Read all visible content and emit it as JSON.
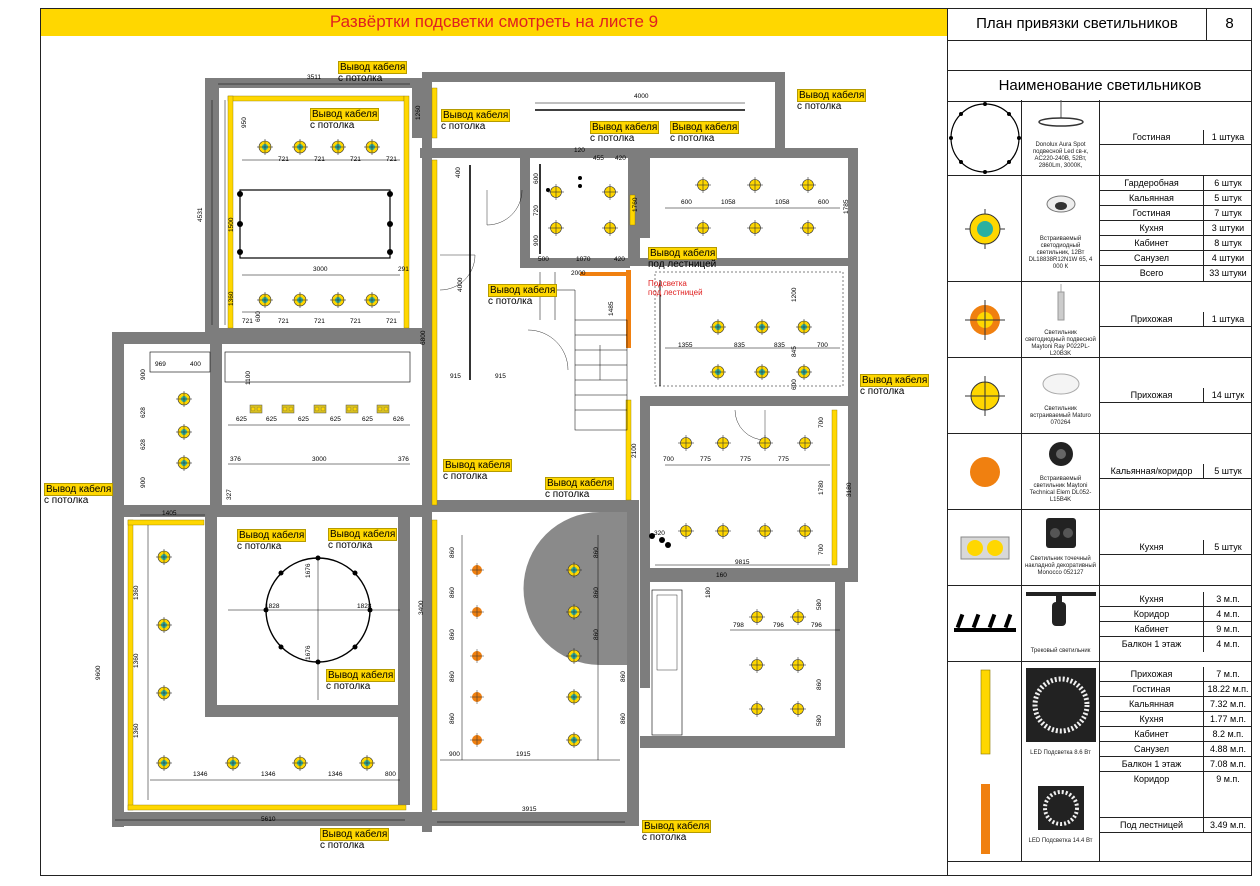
{
  "banner": "Развёртки подсветки смотреть на листе 9",
  "sheet": {
    "title": "План привязки светильников",
    "number": "8"
  },
  "legend_title": "Наименование светильников",
  "cable_label": {
    "title": "Вывод кабеля",
    "sub": "с потолка"
  },
  "stair_cable": {
    "title": "Вывод кабеля",
    "sub": "под лестницей"
  },
  "stair_note": {
    "line1": "Подсветка",
    "line2": "под лестницей"
  },
  "groups": [
    {
      "caption": "Donolux Aura Spot подвесной Led св-к, AC220-240В, 52Вт, 2860Lm, 3000К,",
      "rows": [
        {
          "name": "Гостиная",
          "qty": "1 штука"
        }
      ]
    },
    {
      "caption": "Встраиваемый светодиодный светильник, 12Вт DL18838R12N1W 65, 4 000 К",
      "rows": [
        {
          "name": "Гардеробная",
          "qty": "6 штук"
        },
        {
          "name": "Кальянная",
          "qty": "5 штук"
        },
        {
          "name": "Гостиная",
          "qty": "7 штук"
        },
        {
          "name": "Кухня",
          "qty": "3 штуки"
        },
        {
          "name": "Кабинет",
          "qty": "8 штук"
        },
        {
          "name": "Санузел",
          "qty": "4 штуки"
        },
        {
          "name": "Всего",
          "qty": "33 штуки"
        }
      ]
    },
    {
      "caption": "Светильник светодиодный подвесной Maytoni Ray P022PL-L20B3K",
      "rows": [
        {
          "name": "Прихожая",
          "qty": "1 штука"
        }
      ]
    },
    {
      "caption": "Светильник встраиваемый Maturo 070264",
      "rows": [
        {
          "name": "Прихожая",
          "qty": "14 штук"
        }
      ]
    },
    {
      "caption": "Встраиваемый светильник Maytoni Technical Elem DL052-L15B4K",
      "rows": [
        {
          "name": "Кальянная/коридор",
          "qty": "5 штук"
        }
      ]
    },
    {
      "caption": "Светильник точечный накладной декоративный Monocco 052127",
      "rows": [
        {
          "name": "Кухня",
          "qty": "5 штук"
        }
      ]
    },
    {
      "caption": "Трековый светильник",
      "rows": [
        {
          "name": "Кухня",
          "qty": "3 м.п."
        },
        {
          "name": "Коридор",
          "qty": "4 м.п."
        },
        {
          "name": "Кабинет",
          "qty": "9 м.п."
        },
        {
          "name": "Балкон 1 этаж",
          "qty": "4 м.п."
        }
      ]
    },
    {
      "caption": "LED Подсветка 8.6 Вт",
      "caption2": "LED Подсветка 14.4 Вт",
      "rows": [
        {
          "name": "Прихожая",
          "qty": "7 м.п."
        },
        {
          "name": "Гостиная",
          "qty": "18.22 м.п."
        },
        {
          "name": "Кальянная",
          "qty": "7.32 м.п."
        },
        {
          "name": "Кухня",
          "qty": "1.77 м.п."
        },
        {
          "name": "Кабинет",
          "qty": "8.2 м.п."
        },
        {
          "name": "Санузел",
          "qty": "4.88 м.п."
        },
        {
          "name": "Балкон 1 этаж",
          "qty": "7.08 м.п."
        },
        {
          "name": "Коридор",
          "qty": "9 м.п."
        },
        {
          "name": "Под лестницей",
          "qty": "3.49 м.п."
        }
      ]
    }
  ],
  "dims": {
    "d3511": "3511",
    "d950": "950",
    "d1260": "1260",
    "d721": "721",
    "d4531": "4531",
    "d1500": "1500",
    "d1360": "1360",
    "d3000": "3000",
    "d291": "291",
    "d600": "600",
    "d4000": "4000",
    "d120": "120",
    "d455": "455",
    "d420": "420",
    "d1058": "1058",
    "d1785": "1785",
    "d400": "400",
    "d1760": "1760",
    "d720": "720",
    "d900": "900",
    "d500": "500",
    "d1070": "1070",
    "d2000": "2000",
    "d1485": "1485",
    "d1200": "1200",
    "d1355": "1355",
    "d835": "835",
    "d845": "845",
    "d700": "700",
    "d969": "969",
    "d1100": "1100",
    "d6800": "6800",
    "d915": "915",
    "d625": "625",
    "d626": "626",
    "d628": "628",
    "d376": "376",
    "d327": "327",
    "d2100": "2100",
    "d775": "775",
    "d1780": "1780",
    "d3180": "3180",
    "d1405": "1405",
    "d1828": "1828",
    "d1676": "1676",
    "d860": "860",
    "d3400": "3400",
    "d9600": "9600",
    "d320": "320",
    "d9815": "9815",
    "d160": "160",
    "d180": "180",
    "d798": "798",
    "d796": "796",
    "d580": "580",
    "d1346": "1346",
    "d800": "800",
    "d1915": "1915",
    "d3915": "3915",
    "d5610": "5610"
  }
}
